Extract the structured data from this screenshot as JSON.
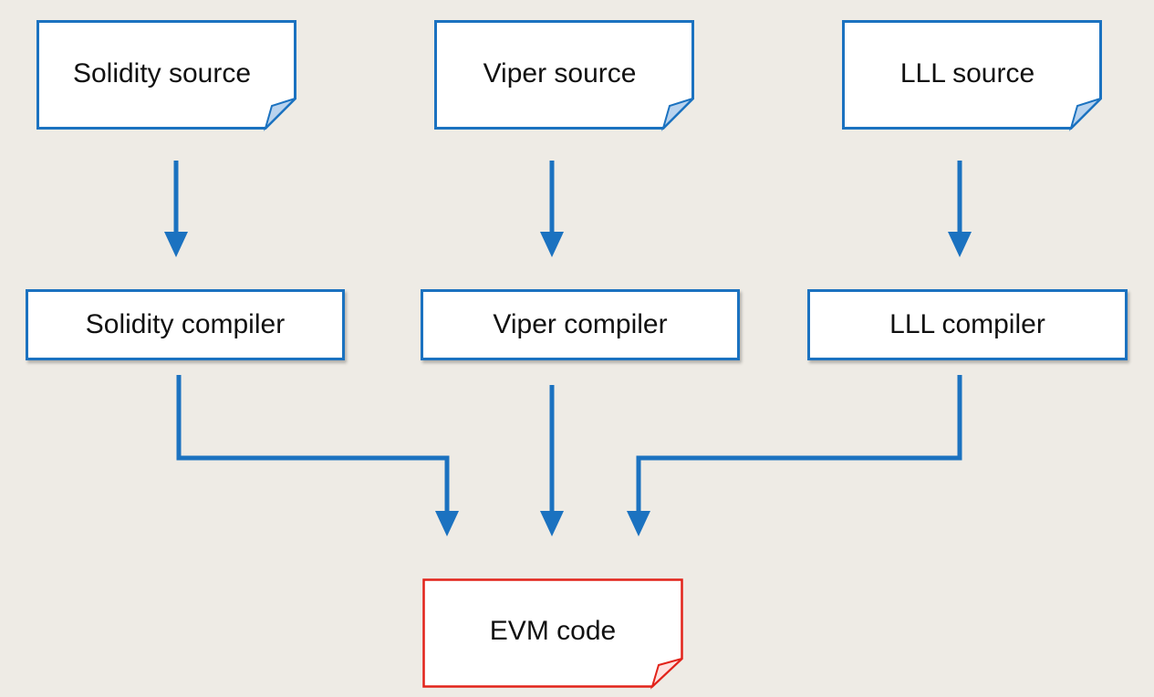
{
  "colors": {
    "background": "#eeebe5",
    "flow": "#1b72c0",
    "output": "#e2231a",
    "fold": "#b9d3ee"
  },
  "sources": [
    {
      "label": "Solidity source"
    },
    {
      "label": "Viper source"
    },
    {
      "label": "LLL source"
    }
  ],
  "compilers": [
    {
      "label": "Solidity compiler"
    },
    {
      "label": "Viper compiler"
    },
    {
      "label": "LLL compiler"
    }
  ],
  "output": {
    "label": "EVM code"
  }
}
